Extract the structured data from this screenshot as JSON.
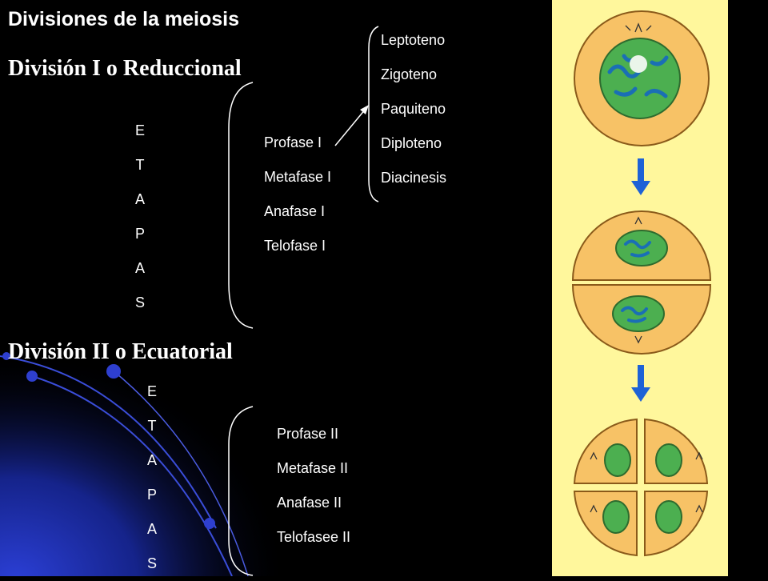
{
  "title": "Divisiones de la meiosis",
  "division_1": {
    "heading": "División I o Reduccional",
    "vertical_label": [
      "E",
      "T",
      "A",
      "P",
      "A",
      "S"
    ],
    "phases": [
      "Profase I",
      "Metafase I",
      "Anafase I",
      "Telofase I"
    ],
    "prophase_substages": [
      "Leptoteno",
      "Zigoteno",
      "Paquiteno",
      "Diploteno",
      "Diacinesis"
    ]
  },
  "division_2": {
    "heading": "División II o Ecuatorial",
    "vertical_label": [
      "E",
      "T",
      "A",
      "P",
      "A",
      "S"
    ],
    "phases": [
      "Profase II",
      "Metafase II",
      "Anafase II",
      "Telofasee II"
    ]
  },
  "colors": {
    "background": "#000000",
    "panel": "#fff79c",
    "cell_fill": "#f7c266",
    "nucleus": "#4caf50",
    "chromatin": "#1a6fb5",
    "arrow": "#1e62d6",
    "deco_blue": "#1a2fb0"
  }
}
